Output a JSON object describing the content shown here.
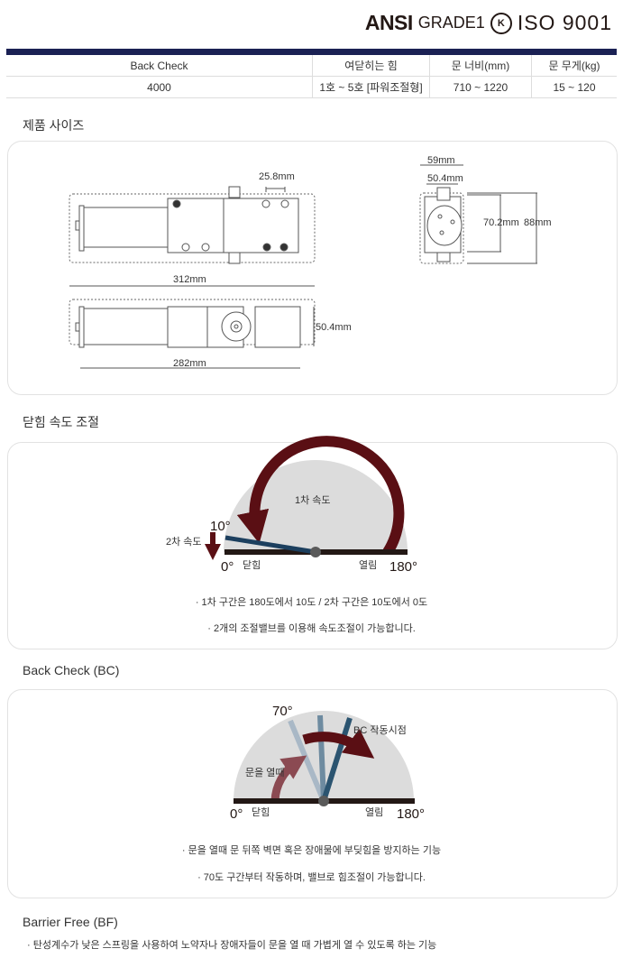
{
  "certifications": {
    "ansi": "ANSI",
    "grade": "GRADE1",
    "kc_mark": "K",
    "iso": "ISO 9001"
  },
  "spec_table": {
    "headers": [
      "Back Check",
      "여닫히는 힘",
      "문 너비(mm)",
      "문 무게(kg)"
    ],
    "row": [
      "4000",
      "1호 ~ 5호 [파워조절형]",
      "710 ~ 1220",
      "15 ~ 120"
    ]
  },
  "product_size": {
    "title": "제품 사이즈",
    "dims": {
      "pitch": "25.8mm",
      "length_total": "312mm",
      "length_body": "282mm",
      "height_side": "50.4mm",
      "width_outer": "59mm",
      "width_inner": "50.4mm",
      "height_inner": "70.2mm",
      "height_outer": "88mm"
    }
  },
  "closing_speed": {
    "title": "닫힘 속도 조절",
    "labels": {
      "speed1": "1차 속도",
      "speed2": "2차 속도",
      "deg10": "10°",
      "deg0": "0°",
      "deg180": "180°",
      "closed": "닫힘",
      "open": "열림"
    },
    "notes": [
      "· 1차 구간은 180도에서 10도 / 2차 구간은 10도에서 0도",
      "· 2개의 조절밸브를 이용해 속도조절이 가능합니다."
    ]
  },
  "back_check": {
    "title": "Back Check (BC)",
    "labels": {
      "deg70": "70°",
      "bc_start": "BC 작동시점",
      "opening": "문을 열때",
      "deg0": "0°",
      "deg180": "180°",
      "closed": "닫힘",
      "open": "열림"
    },
    "notes": [
      "· 문을 열때 문 뒤쪽 벽면 혹은 장애물에 부딪힘을 방지하는 기능",
      "· 70도 구간부터 작동하며, 밸브로 힘조절이 가능합니다."
    ]
  },
  "barrier_free": {
    "title": "Barrier Free (BF)",
    "note": "· 탄성계수가 낮은 스프링을 사용하여 노약자나 장애자들이 문을 열 때 가볍게 열 수 있도록 하는 기능"
  },
  "colors": {
    "navy": "#1b2154",
    "maroon": "#5a0f14",
    "blue": "#1c3f5e",
    "gray": "#dcdcdc"
  }
}
